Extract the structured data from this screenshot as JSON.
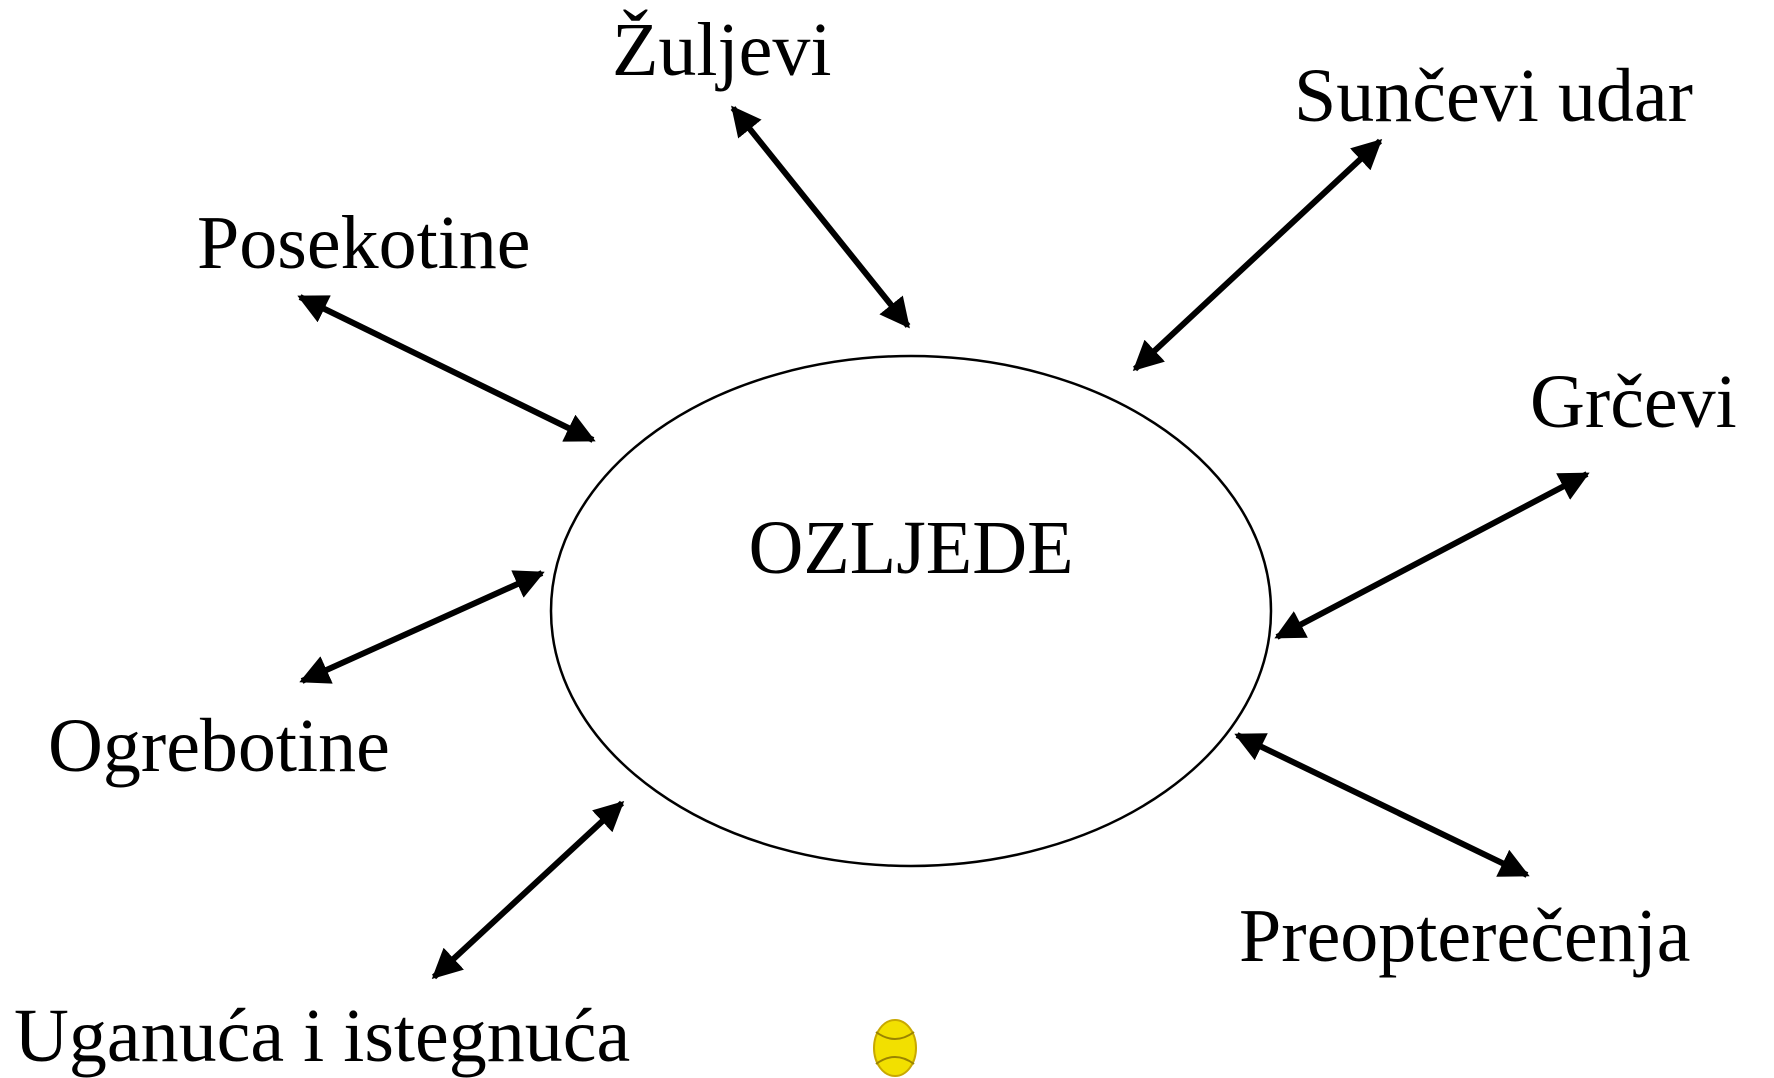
{
  "diagram": {
    "center_label": "OZLJEDE",
    "nodes": [
      {
        "id": "zuljevi",
        "label": "Žuljevi"
      },
      {
        "id": "suncevi-udar",
        "label": "Sunčevi udar"
      },
      {
        "id": "posekotine",
        "label": "Posekotine"
      },
      {
        "id": "grcevi",
        "label": "Grčevi"
      },
      {
        "id": "ogrebotine",
        "label": "Ogrebotine"
      },
      {
        "id": "preopterecenja",
        "label": "Preopterečenja"
      },
      {
        "id": "uganuca",
        "label": "Uganuća i istegnuća"
      }
    ],
    "edges": [
      {
        "from": "center",
        "to": "zuljevi",
        "bidirectional": true
      },
      {
        "from": "center",
        "to": "suncevi-udar",
        "bidirectional": true
      },
      {
        "from": "center",
        "to": "posekotine",
        "bidirectional": true
      },
      {
        "from": "center",
        "to": "grcevi",
        "bidirectional": true
      },
      {
        "from": "center",
        "to": "ogrebotine",
        "bidirectional": true
      },
      {
        "from": "center",
        "to": "preopterecenja",
        "bidirectional": true
      },
      {
        "from": "center",
        "to": "uganuca",
        "bidirectional": true
      }
    ],
    "colors": {
      "stroke": "#000000",
      "logo_fill": "#f2e000",
      "logo_stroke": "#c8a800"
    },
    "logo_icon": "tennis-ball-icon"
  }
}
